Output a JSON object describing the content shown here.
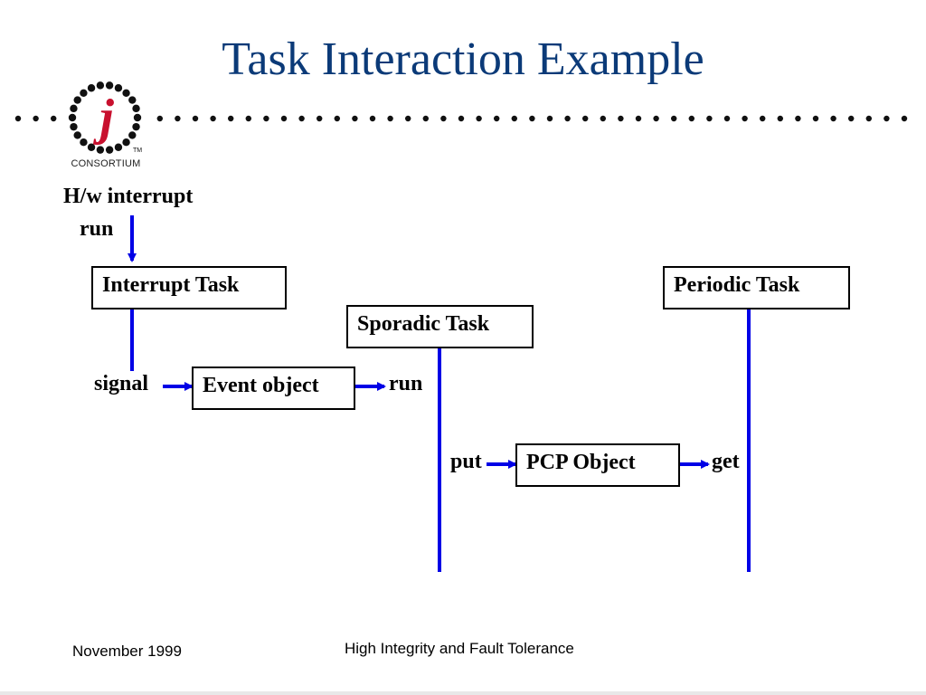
{
  "slide": {
    "title": "Task Interaction Example",
    "logo_text": "CONSORTIUM",
    "logo_letter": "j",
    "logo_mark": "TM"
  },
  "diagram": {
    "labels": {
      "hw_interrupt": "H/w interrupt",
      "hw_run": "run",
      "signal": "signal",
      "run": "run",
      "put": "put",
      "get": "get"
    },
    "boxes": {
      "interrupt_task": "Interrupt Task",
      "sporadic_task": "Sporadic Task",
      "periodic_task": "Periodic Task",
      "event_object": "Event object",
      "pcp_object": "PCP Object"
    }
  },
  "footer": {
    "date": "November 1999",
    "center": "High Integrity and Fault Tolerance"
  },
  "colors": {
    "title": "#0b3a78",
    "line": "#0000e6",
    "logo_red": "#c8102e"
  }
}
